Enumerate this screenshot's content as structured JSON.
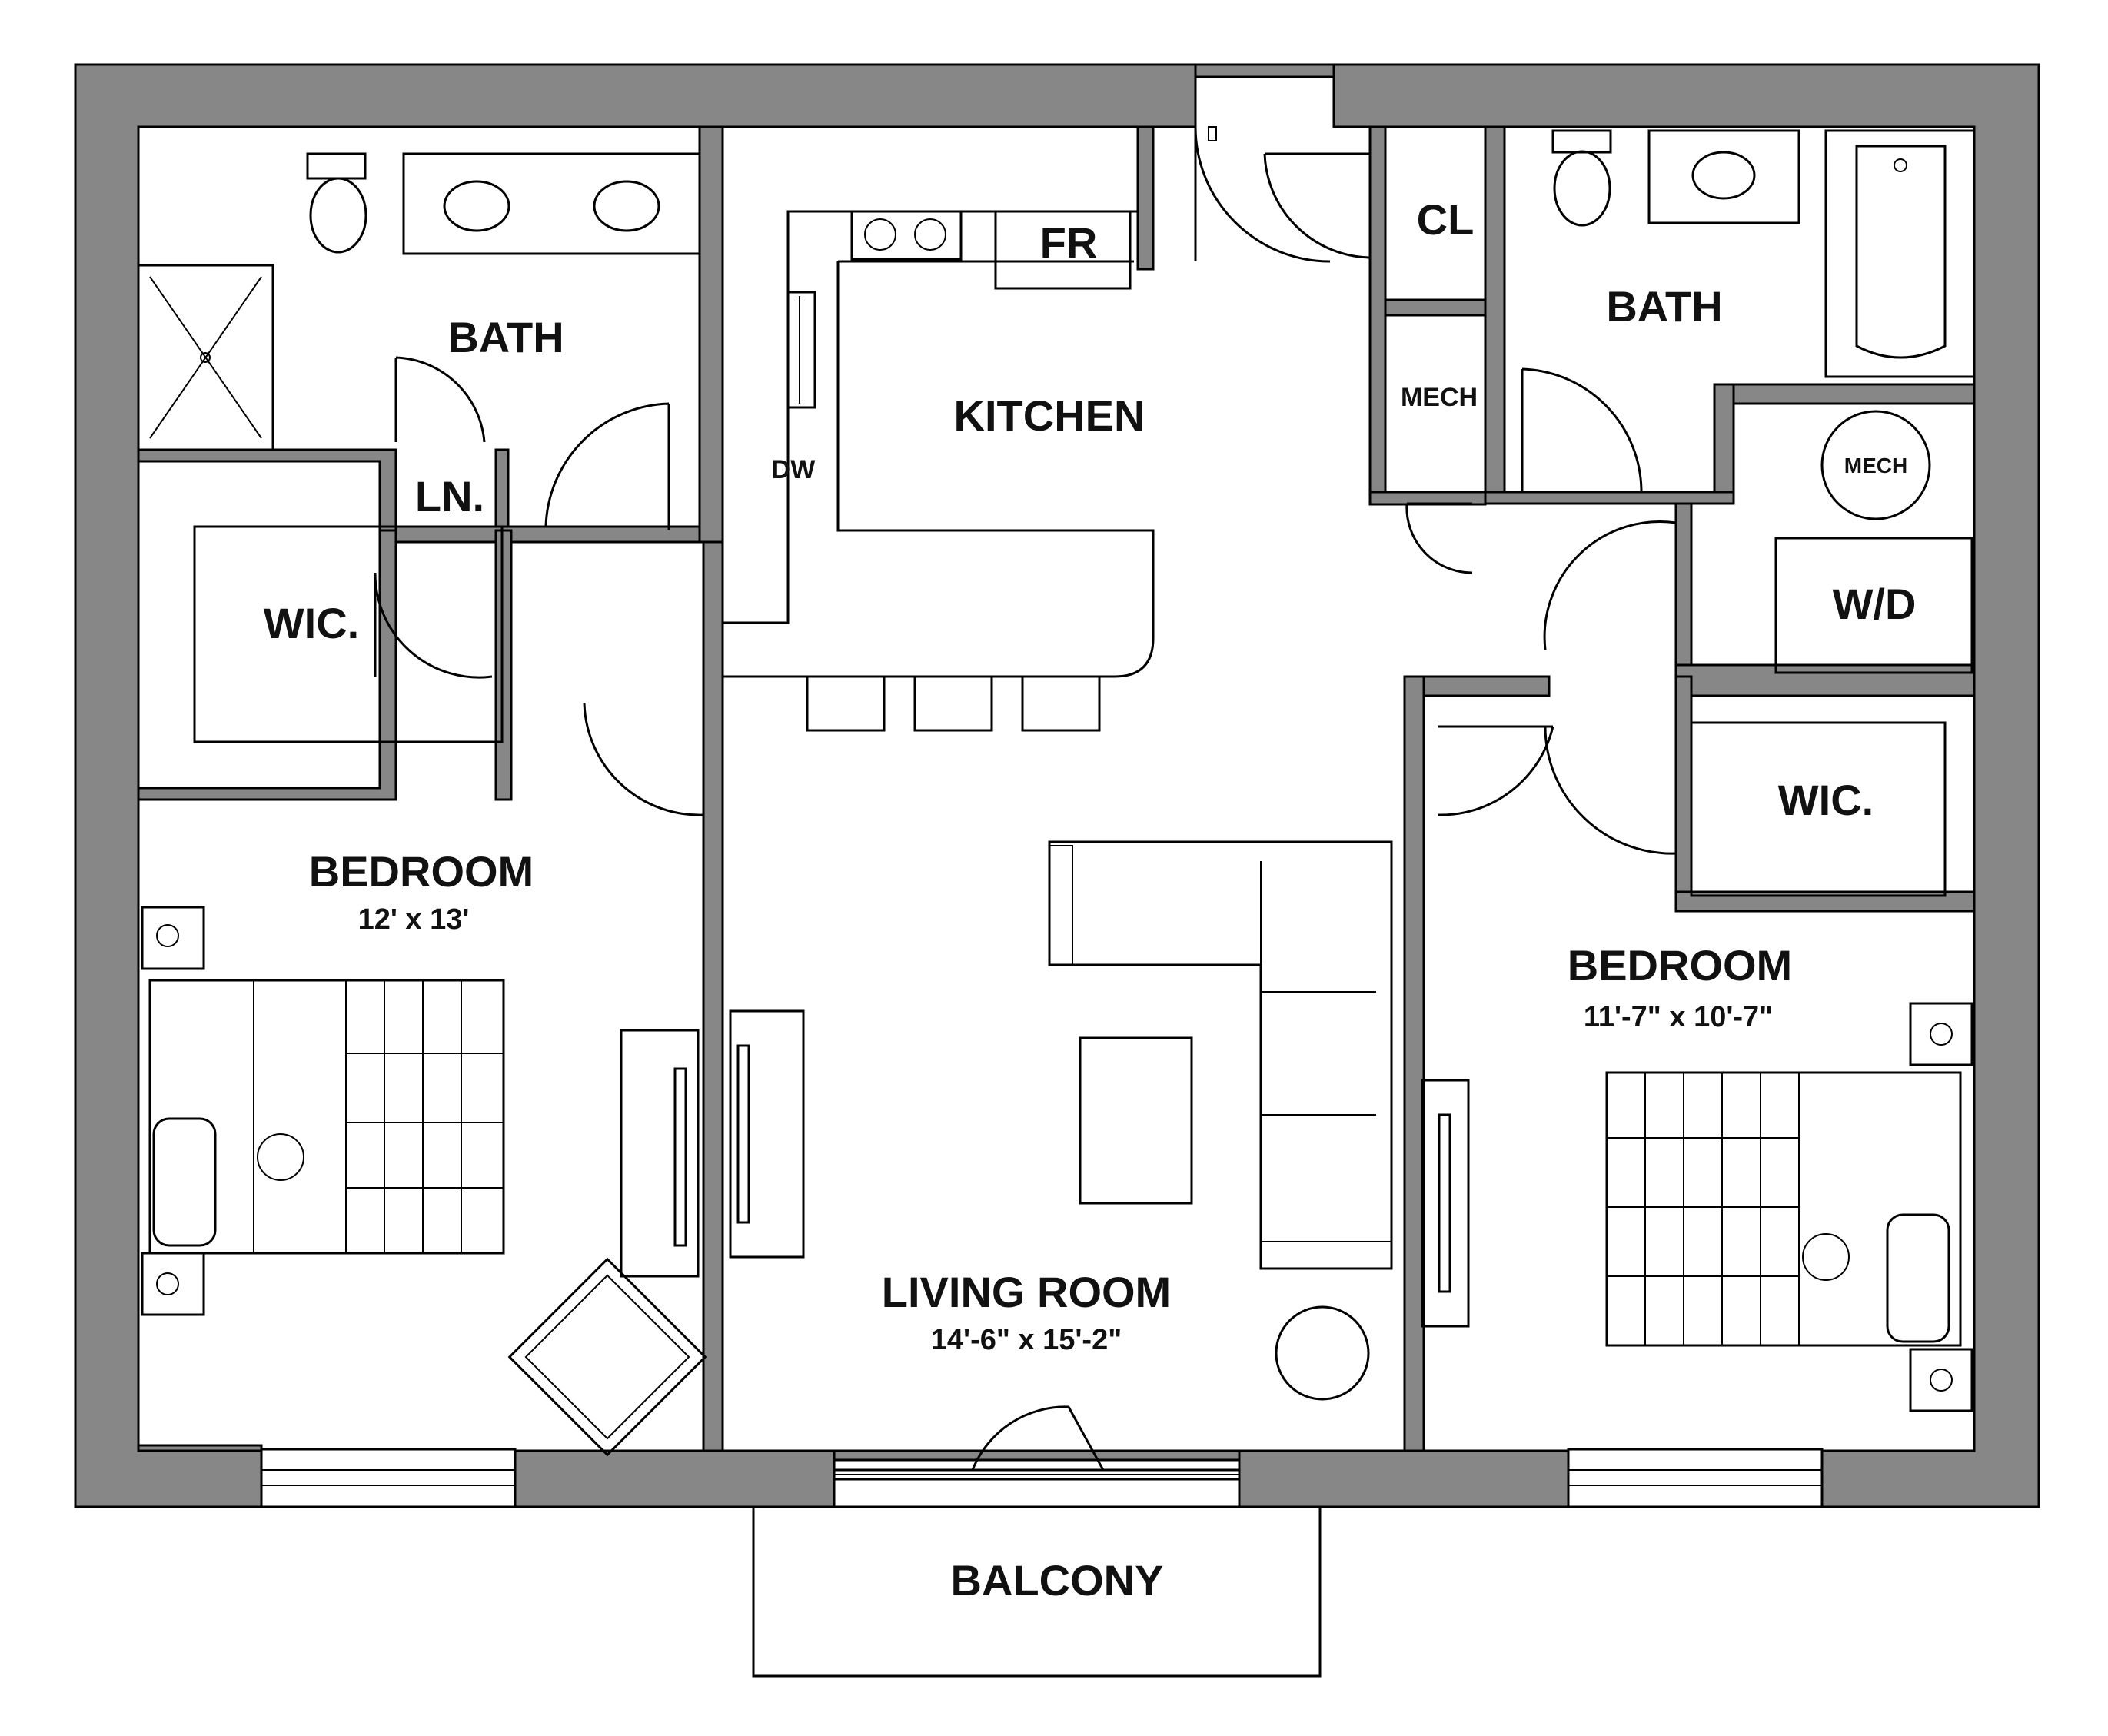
{
  "rooms": {
    "bath_left": "BATH",
    "linen": "LN.",
    "wic_left": "WIC.",
    "bedroom_left": "BEDROOM",
    "bedroom_left_dim": "12' x 13'",
    "kitchen": "KITCHEN",
    "fridge": "FR",
    "dishwasher": "DW",
    "closet": "CL",
    "mech_closet": "MECH",
    "bath_right": "BATH",
    "mech_unit": "MECH",
    "washer_dryer": "W/D",
    "wic_right": "WIC.",
    "bedroom_right": "BEDROOM",
    "bedroom_right_dim": "11'-7\" x 10'-7\"",
    "living_room": "LIVING ROOM",
    "living_room_dim": "14'-6\" x 15'-2\"",
    "balcony": "BALCONY"
  },
  "colors": {
    "wall": "#878787",
    "line": "#000000",
    "background": "#ffffff"
  }
}
